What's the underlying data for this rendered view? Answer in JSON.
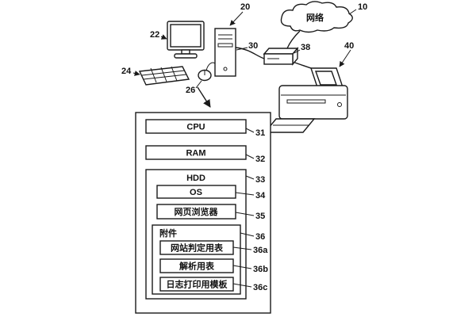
{
  "diagram": {
    "cloud_label": "网络",
    "blocks": {
      "cpu": "CPU",
      "ram": "RAM",
      "hdd": "HDD",
      "os": "OS",
      "browser": "网页浏览器",
      "attachment": "附件",
      "site_table": "网站判定用表",
      "parse_table": "解析用表",
      "log_template": "日志打印用模板"
    },
    "refs": {
      "10": "10",
      "20": "20",
      "22": "22",
      "24": "24",
      "26": "26",
      "30": "30",
      "31": "31",
      "32": "32",
      "33": "33",
      "34": "34",
      "35": "35",
      "36": "36",
      "36a": "36a",
      "36b": "36b",
      "36c": "36c",
      "38": "38",
      "40": "40"
    },
    "colors": {
      "ink": "#1a1a1a",
      "paper": "#ffffff"
    }
  }
}
